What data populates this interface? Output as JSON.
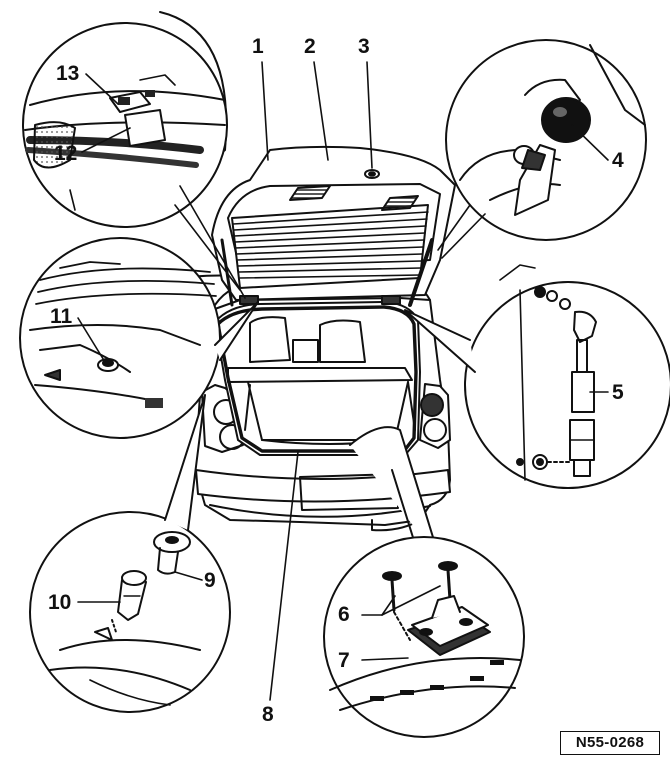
{
  "diagram": {
    "figure_code": "N55-0268",
    "callouts": [
      "1",
      "2",
      "3",
      "4",
      "5",
      "6",
      "7",
      "8",
      "9",
      "10",
      "11",
      "12",
      "13"
    ]
  }
}
